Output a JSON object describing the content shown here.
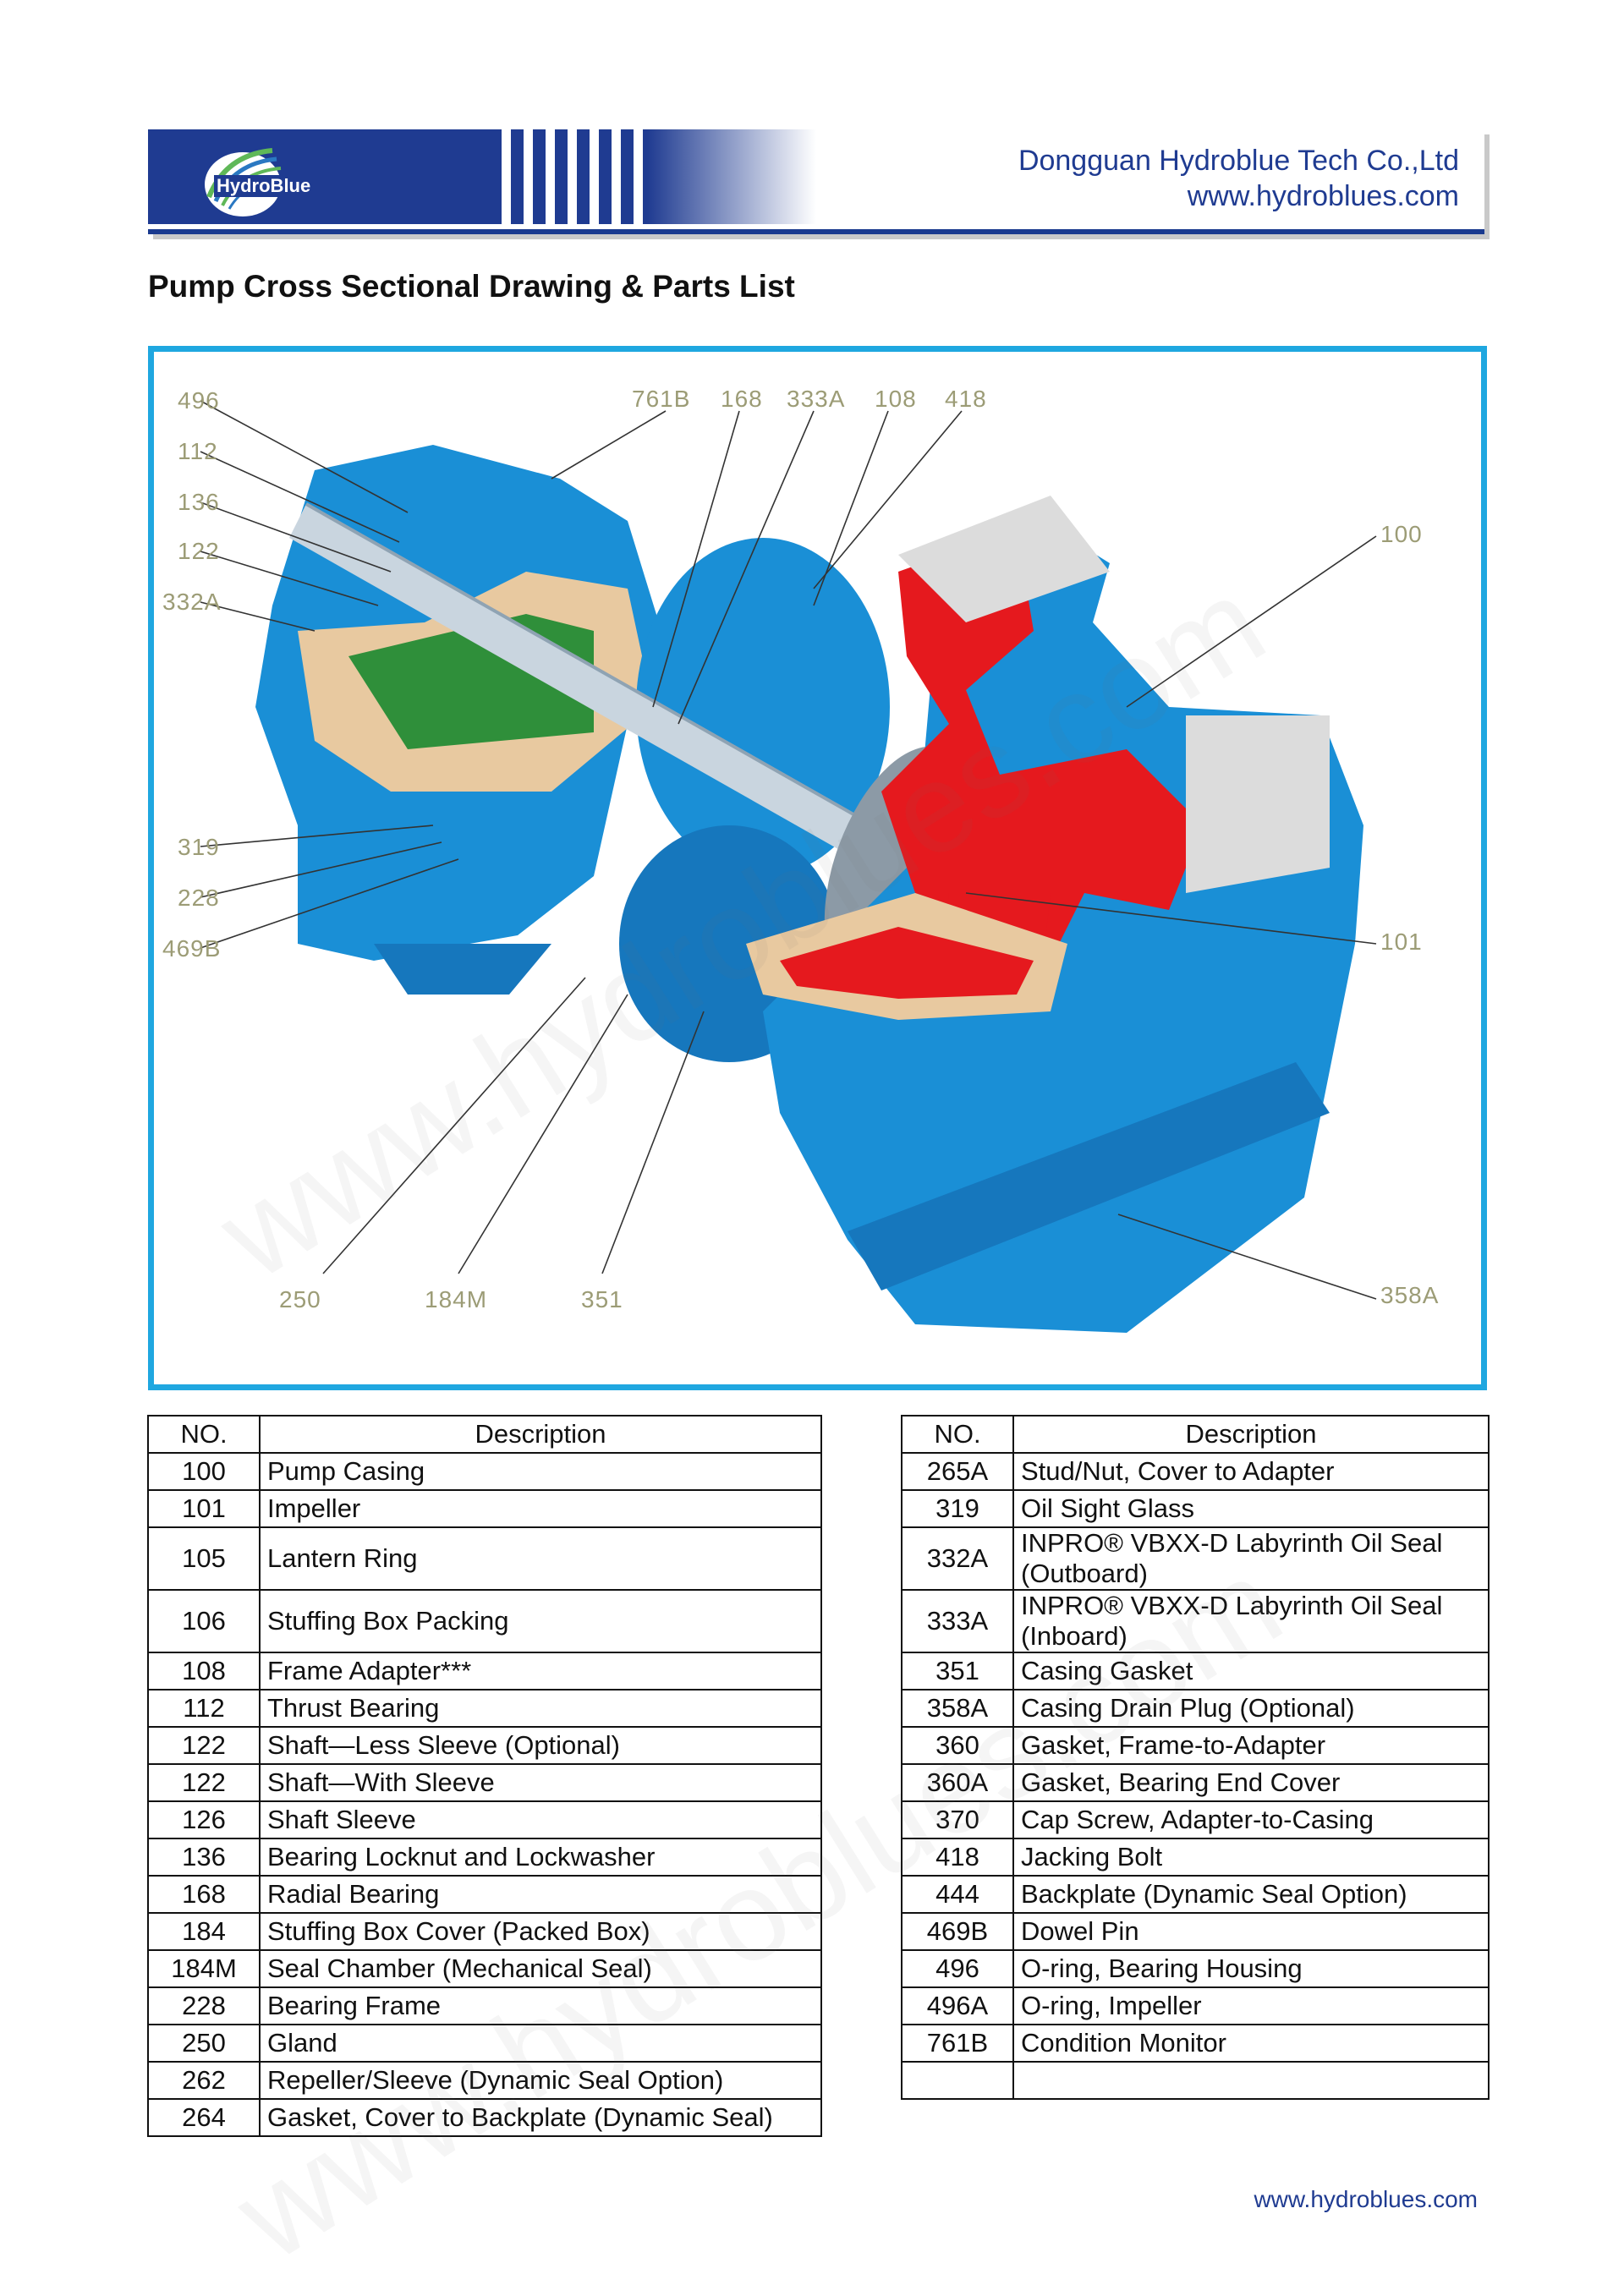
{
  "header": {
    "logo_text": "HydroBlue",
    "company_name": "Dongguan Hydroblue Tech Co.,Ltd",
    "website": "www.hydroblues.com"
  },
  "page_title": "Pump Cross Sectional Drawing & Parts List",
  "drawing": {
    "callouts_left": [
      "496",
      "112",
      "136",
      "122",
      "332A",
      "319",
      "228",
      "469B"
    ],
    "callouts_top": [
      "761B",
      "168",
      "333A",
      "108",
      "418"
    ],
    "callouts_right": [
      "100",
      "101",
      "358A"
    ],
    "callouts_bottom": [
      "250",
      "184M",
      "351"
    ],
    "colors": {
      "casing_blue": "#1a8fd6",
      "wetted_red": "#e5191e",
      "beige": "#e8c9a0",
      "green": "#2f8f3a",
      "frame": "#1fa7e0"
    }
  },
  "table_left": {
    "headers": [
      "NO.",
      "Description"
    ],
    "rows": [
      {
        "no": "100",
        "desc": "Pump Casing"
      },
      {
        "no": "101",
        "desc": "Impeller"
      },
      {
        "no": "105",
        "desc": "Lantern Ring"
      },
      {
        "no": "106",
        "desc": "Stuffing Box Packing"
      },
      {
        "no": "108",
        "desc": "Frame Adapter***"
      },
      {
        "no": "112",
        "desc": "Thrust Bearing"
      },
      {
        "no": "122",
        "desc": "Shaft—Less Sleeve (Optional)"
      },
      {
        "no": "122",
        "desc": "Shaft—With Sleeve"
      },
      {
        "no": "126",
        "desc": "Shaft Sleeve"
      },
      {
        "no": "136",
        "desc": "Bearing Locknut and Lockwasher"
      },
      {
        "no": "168",
        "desc": "Radial Bearing"
      },
      {
        "no": "184",
        "desc": "Stuffing Box Cover (Packed Box)"
      },
      {
        "no": "184M",
        "desc": "Seal Chamber (Mechanical Seal)"
      },
      {
        "no": "228",
        "desc": "Bearing Frame"
      },
      {
        "no": "250",
        "desc": "Gland"
      },
      {
        "no": "262",
        "desc": "Repeller/Sleeve (Dynamic Seal Option)"
      },
      {
        "no": "264",
        "desc": "Gasket, Cover to Backplate (Dynamic Seal)"
      }
    ]
  },
  "table_right": {
    "headers": [
      "NO.",
      "Description"
    ],
    "rows": [
      {
        "no": "265A",
        "desc": "Stud/Nut, Cover to Adapter"
      },
      {
        "no": "319",
        "desc": "Oil Sight Glass"
      },
      {
        "no": "332A",
        "desc": "INPRO® VBXX-D Labyrinth Oil Seal (Outboard)"
      },
      {
        "no": "333A",
        "desc": "INPRO® VBXX-D Labyrinth Oil Seal (Inboard)"
      },
      {
        "no": "351",
        "desc": "Casing Gasket"
      },
      {
        "no": "358A",
        "desc": "Casing Drain Plug (Optional)"
      },
      {
        "no": "360",
        "desc": "Gasket, Frame-to-Adapter"
      },
      {
        "no": "360A",
        "desc": "Gasket, Bearing End Cover"
      },
      {
        "no": "370",
        "desc": "Cap Screw, Adapter-to-Casing"
      },
      {
        "no": "418",
        "desc": "Jacking Bolt"
      },
      {
        "no": "444",
        "desc": "Backplate (Dynamic Seal Option)"
      },
      {
        "no": "469B",
        "desc": "Dowel Pin"
      },
      {
        "no": "496",
        "desc": "O-ring, Bearing Housing"
      },
      {
        "no": "496A",
        "desc": "O-ring, Impeller"
      },
      {
        "no": "761B",
        "desc": "Condition Monitor"
      },
      {
        "no": "",
        "desc": ""
      }
    ]
  },
  "footer": {
    "website": "www.hydroblues.com"
  },
  "watermark": "www.hydroblues.com"
}
